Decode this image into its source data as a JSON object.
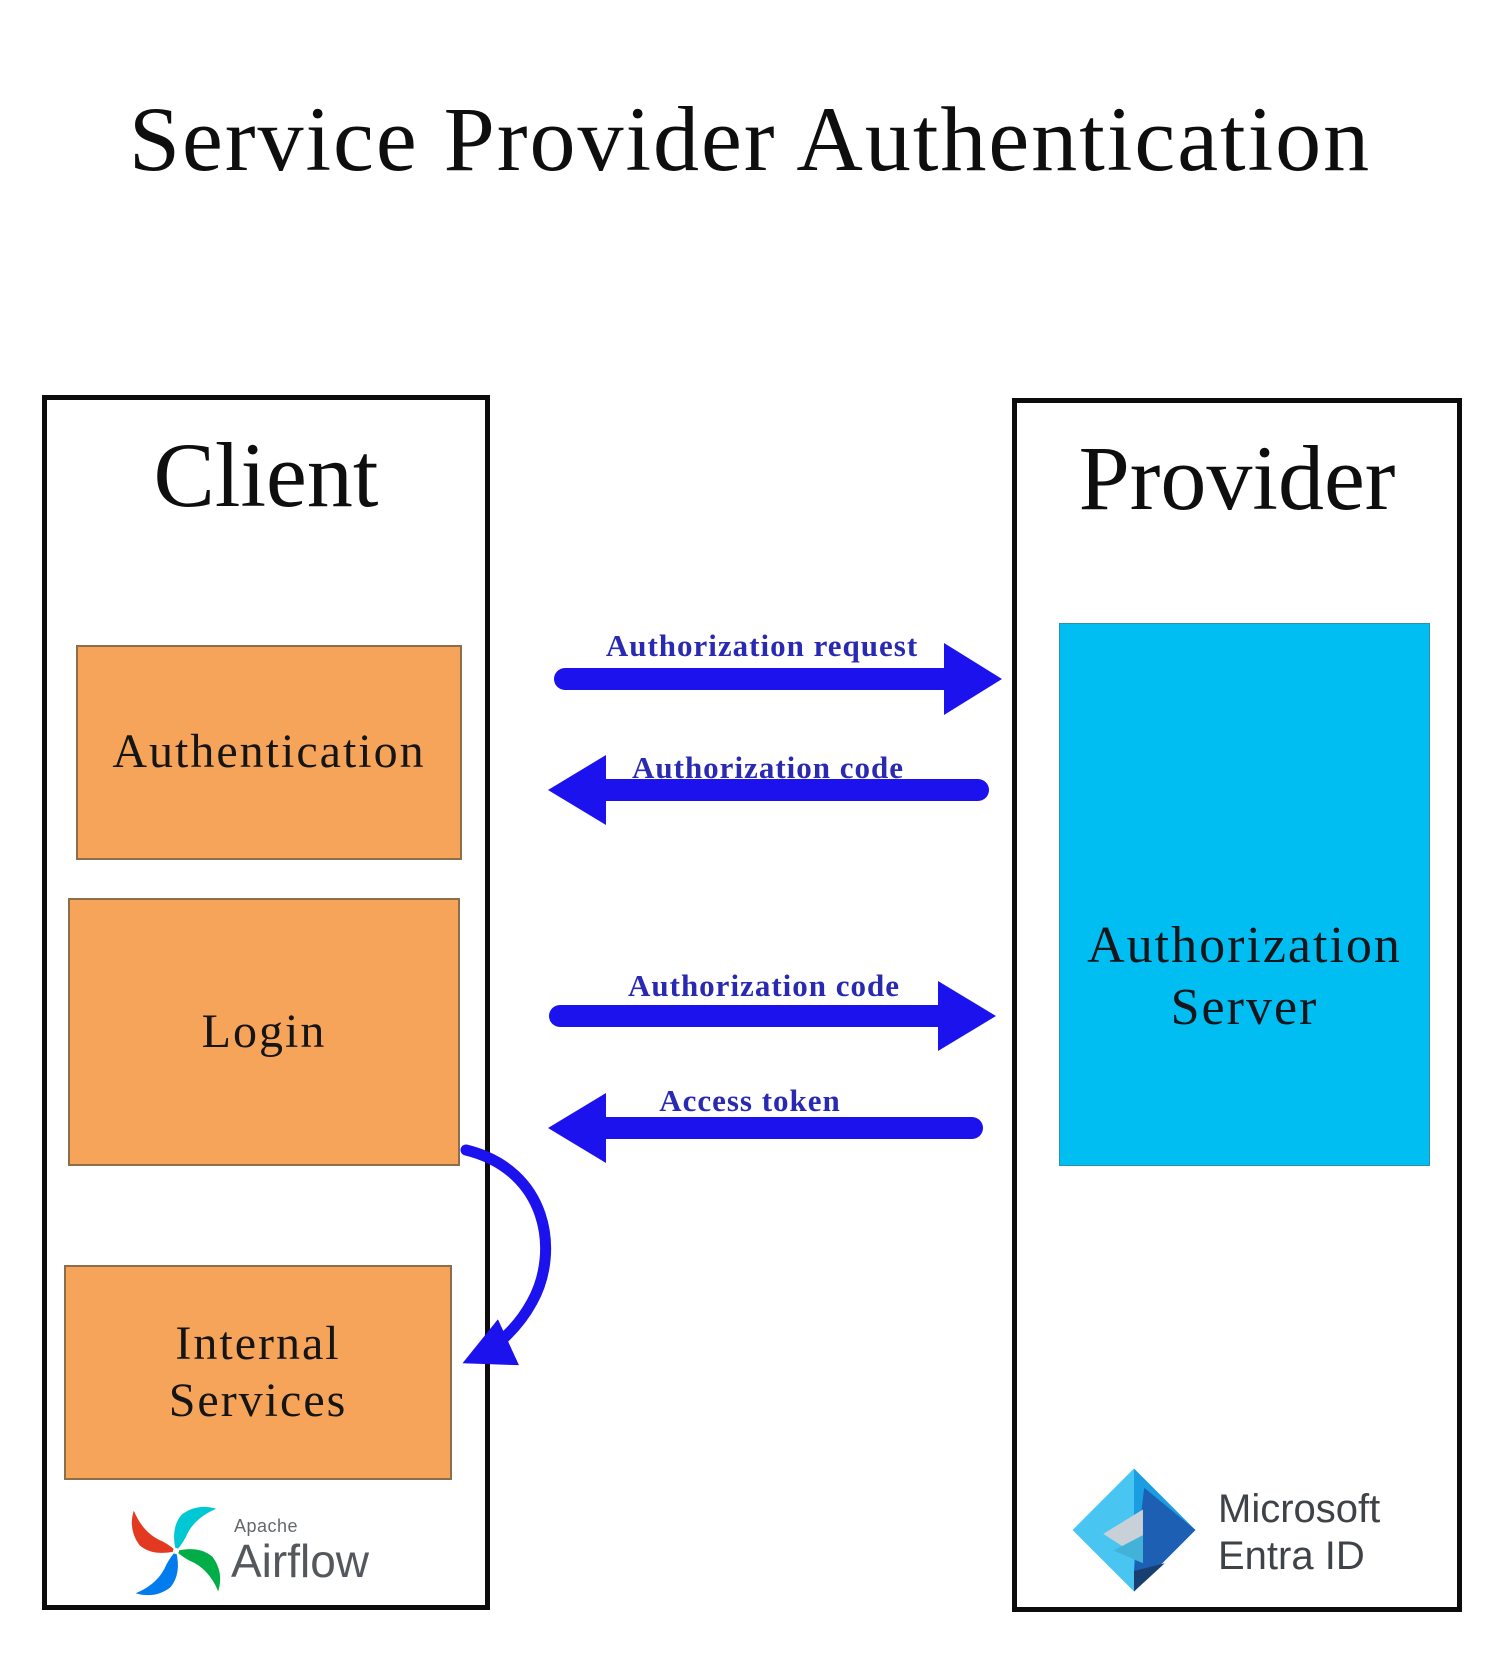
{
  "title": "Service Provider Authentication",
  "client": {
    "label": "Client",
    "boxes": [
      {
        "label": "Authentication"
      },
      {
        "label": "Login"
      },
      {
        "label": "Internal Services"
      }
    ],
    "logo": {
      "apache": "Apache",
      "airflow": "Airflow"
    }
  },
  "provider": {
    "label": "Provider",
    "server_label": "Authorization Server",
    "logo": {
      "line1": "Microsoft",
      "line2": "Entra ID"
    }
  },
  "arrows": [
    {
      "label": "Authorization request",
      "direction": "right",
      "from": "Client",
      "to": "Provider"
    },
    {
      "label": "Authorization code",
      "direction": "left",
      "from": "Provider",
      "to": "Client"
    },
    {
      "label": "Authorization code",
      "direction": "right",
      "from": "Client",
      "to": "Provider"
    },
    {
      "label": "Access token",
      "direction": "left",
      "from": "Provider",
      "to": "Client"
    }
  ],
  "curved_arrow": {
    "from": "Login",
    "to": "Internal Services"
  },
  "colors": {
    "orange_box": "#F6A45A",
    "cyan_box": "#00BEF1",
    "arrow_blue": "#1C12EE",
    "arrow_label_blue": "#2929B2",
    "border_black": "#0C0C0C",
    "airflow_red": "#E43921",
    "airflow_teal": "#00C7D4",
    "airflow_green": "#00AD46",
    "airflow_blue": "#017CEE",
    "entra_light_blue": "#49C5F1",
    "entra_bright_blue": "#1B9DE2",
    "entra_dark_blue": "#1D5FB2"
  }
}
